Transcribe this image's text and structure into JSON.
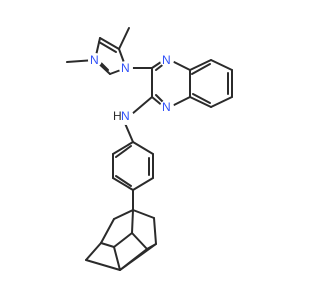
{
  "molecule": {
    "atom_labels": {
      "n_pyrazole_1": "N",
      "n_pyrazole_2": "N",
      "n_quinox_top": "N",
      "n_quinox_bottom": "N",
      "n_amine": "N",
      "h_amine": "H"
    },
    "colors": {
      "bond": "#2b2b2b",
      "nitrogen": "#3050F8",
      "hydrogen": "#2b2b2b",
      "background": "#ffffff"
    }
  }
}
